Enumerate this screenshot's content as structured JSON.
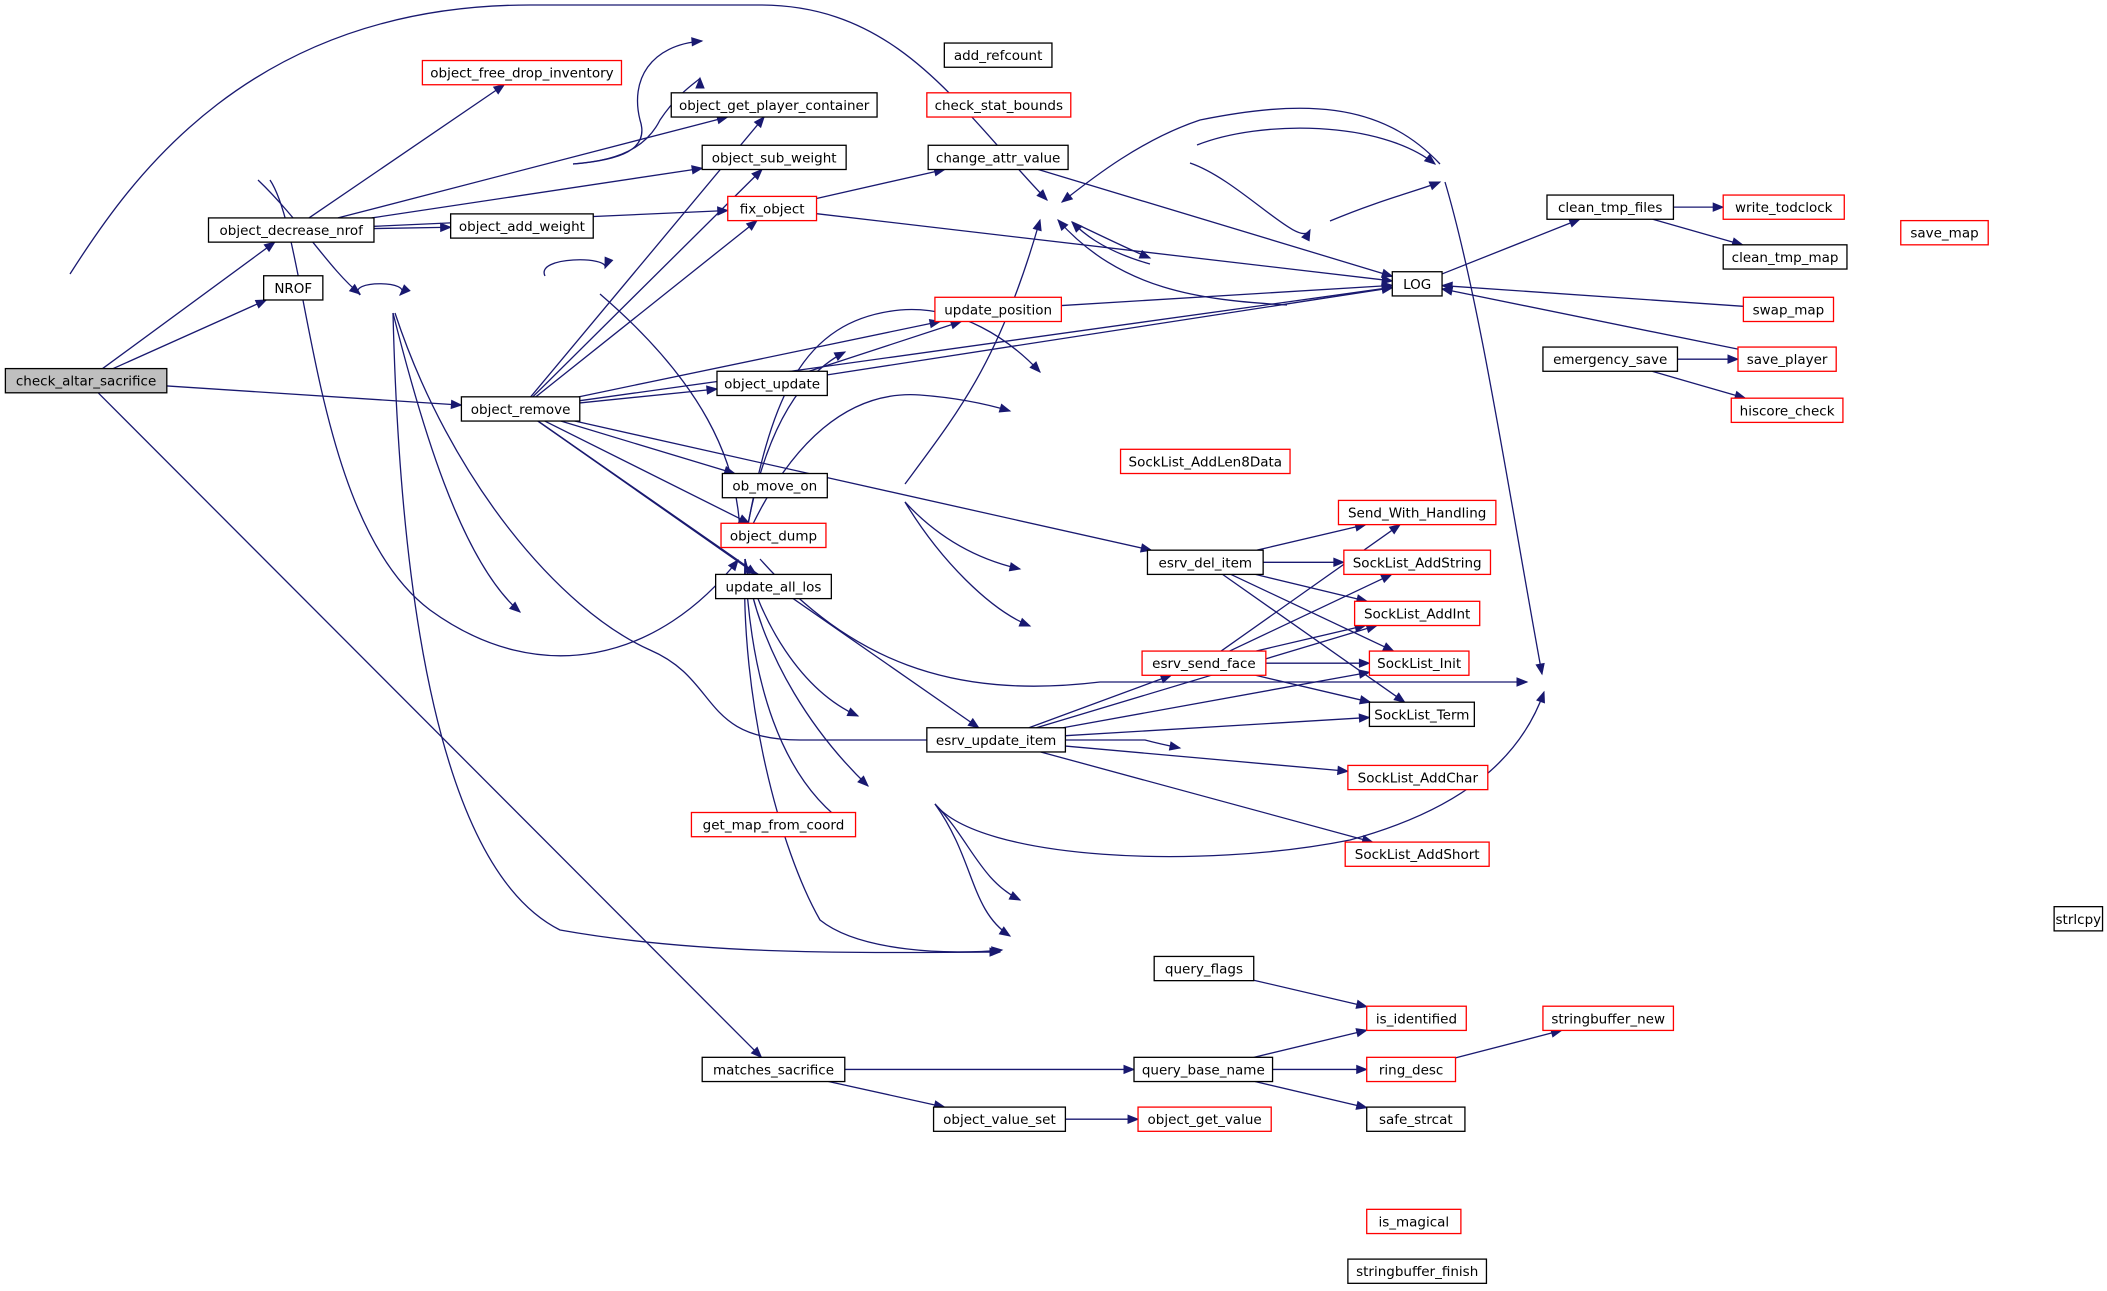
{
  "colors": {
    "edge": "#191970",
    "red_border": "#ff0000",
    "black_border": "#000000",
    "root_fill": "#bfbfbf"
  },
  "nodes": {
    "check_altar_sacrifice": {
      "label": "check_altar_sacrifice",
      "style": "root"
    },
    "object_decrease_nrof": {
      "label": "object_decrease_nrof",
      "style": "black"
    },
    "NROF": {
      "label": "NROF",
      "style": "black"
    },
    "object_remove": {
      "label": "object_remove",
      "style": "black"
    },
    "matches_sacrifice": {
      "label": "matches_sacrifice",
      "style": "black"
    },
    "object_free_drop_inventory": {
      "label": "object_free_drop_inventory",
      "style": "red"
    },
    "object_get_player_container": {
      "label": "object_get_player_container",
      "style": "black"
    },
    "object_sub_weight": {
      "label": "object_sub_weight",
      "style": "black"
    },
    "object_add_weight": {
      "label": "object_add_weight",
      "style": "black"
    },
    "fix_object": {
      "label": "fix_object",
      "style": "red"
    },
    "add_refcount": {
      "label": "add_refcount",
      "style": "black"
    },
    "check_stat_bounds": {
      "label": "check_stat_bounds",
      "style": "red"
    },
    "change_attr_value": {
      "label": "change_attr_value",
      "style": "black"
    },
    "update_position": {
      "label": "update_position",
      "style": "red"
    },
    "object_update": {
      "label": "object_update",
      "style": "black"
    },
    "ob_move_on": {
      "label": "ob_move_on",
      "style": "black"
    },
    "object_dump": {
      "label": "object_dump",
      "style": "red"
    },
    "update_all_los": {
      "label": "update_all_los",
      "style": "black"
    },
    "get_map_from_coord": {
      "label": "get_map_from_coord",
      "style": "red"
    },
    "esrv_update_item": {
      "label": "esrv_update_item",
      "style": "black"
    },
    "esrv_del_item": {
      "label": "esrv_del_item",
      "style": "black"
    },
    "esrv_send_face": {
      "label": "esrv_send_face",
      "style": "red"
    },
    "SockList_AddLen8Data": {
      "label": "SockList_AddLen8Data",
      "style": "red"
    },
    "Send_With_Handling": {
      "label": "Send_With_Handling",
      "style": "red"
    },
    "SockList_AddString": {
      "label": "SockList_AddString",
      "style": "red"
    },
    "SockList_AddInt": {
      "label": "SockList_AddInt",
      "style": "red"
    },
    "SockList_Init": {
      "label": "SockList_Init",
      "style": "red"
    },
    "SockList_Term": {
      "label": "SockList_Term",
      "style": "black"
    },
    "SockList_AddChar": {
      "label": "SockList_AddChar",
      "style": "red"
    },
    "SockList_AddShort": {
      "label": "SockList_AddShort",
      "style": "red"
    },
    "query_flags": {
      "label": "query_flags",
      "style": "black"
    },
    "query_base_name": {
      "label": "query_base_name",
      "style": "black"
    },
    "object_value_set": {
      "label": "object_value_set",
      "style": "black"
    },
    "object_get_value": {
      "label": "object_get_value",
      "style": "red"
    },
    "is_identified": {
      "label": "is_identified",
      "style": "red"
    },
    "ring_desc": {
      "label": "ring_desc",
      "style": "red"
    },
    "safe_strcat": {
      "label": "safe_strcat",
      "style": "black"
    },
    "is_magical": {
      "label": "is_magical",
      "style": "red"
    },
    "stringbuffer_finish": {
      "label": "stringbuffer_finish",
      "style": "black"
    },
    "stringbuffer_new": {
      "label": "stringbuffer_new",
      "style": "red"
    },
    "strlcpy": {
      "label": "strlcpy",
      "style": "black"
    },
    "LOG": {
      "label": "LOG",
      "style": "black"
    },
    "clean_tmp_files": {
      "label": "clean_tmp_files",
      "style": "black"
    },
    "write_todclock": {
      "label": "write_todclock",
      "style": "red"
    },
    "clean_tmp_map": {
      "label": "clean_tmp_map",
      "style": "black"
    },
    "swap_map": {
      "label": "swap_map",
      "style": "red"
    },
    "save_map": {
      "label": "save_map",
      "style": "red"
    },
    "emergency_save": {
      "label": "emergency_save",
      "style": "black"
    },
    "save_player": {
      "label": "save_player",
      "style": "red"
    },
    "hiscore_check": {
      "label": "hiscore_check",
      "style": "red"
    }
  },
  "edges": [
    [
      "check_altar_sacrifice",
      "object_decrease_nrof"
    ],
    [
      "check_altar_sacrifice",
      "NROF"
    ],
    [
      "check_altar_sacrifice",
      "object_remove"
    ],
    [
      "check_altar_sacrifice",
      "LOG"
    ],
    [
      "check_altar_sacrifice",
      "matches_sacrifice"
    ],
    [
      "object_decrease_nrof",
      "object_free_drop_inventory"
    ],
    [
      "object_decrease_nrof",
      "object_get_player_container"
    ],
    [
      "object_decrease_nrof",
      "object_sub_weight"
    ],
    [
      "object_decrease_nrof",
      "object_add_weight"
    ],
    [
      "object_decrease_nrof",
      "fix_object"
    ],
    [
      "object_decrease_nrof",
      "object_remove"
    ],
    [
      "object_decrease_nrof",
      "esrv_update_item"
    ],
    [
      "object_remove",
      "object_remove"
    ],
    [
      "object_remove",
      "object_get_player_container"
    ],
    [
      "object_remove",
      "object_sub_weight"
    ],
    [
      "object_remove",
      "fix_object"
    ],
    [
      "object_remove",
      "LOG"
    ],
    [
      "object_remove",
      "update_position"
    ],
    [
      "object_remove",
      "object_update"
    ],
    [
      "object_remove",
      "ob_move_on"
    ],
    [
      "object_remove",
      "object_dump"
    ],
    [
      "object_remove",
      "update_all_los"
    ],
    [
      "object_remove",
      "get_map_from_coord"
    ],
    [
      "object_remove",
      "esrv_update_item"
    ],
    [
      "object_remove",
      "esrv_del_item"
    ],
    [
      "object_remove",
      "stringbuffer_new"
    ],
    [
      "object_remove",
      "stringbuffer_finish"
    ],
    [
      "fix_object",
      "add_refcount"
    ],
    [
      "fix_object",
      "check_stat_bounds"
    ],
    [
      "fix_object",
      "change_attr_value"
    ],
    [
      "fix_object",
      "LOG"
    ],
    [
      "change_attr_value",
      "LOG"
    ],
    [
      "update_position",
      "LOG"
    ],
    [
      "object_update",
      "object_update"
    ],
    [
      "object_update",
      "update_position"
    ],
    [
      "object_update",
      "LOG"
    ],
    [
      "object_update",
      "esrv_update_item"
    ],
    [
      "esrv_update_item",
      "SockList_AddLen8Data"
    ],
    [
      "esrv_update_item",
      "Send_With_Handling"
    ],
    [
      "esrv_update_item",
      "SockList_AddString"
    ],
    [
      "esrv_update_item",
      "SockList_AddInt"
    ],
    [
      "esrv_update_item",
      "SockList_Init"
    ],
    [
      "esrv_update_item",
      "esrv_send_face"
    ],
    [
      "esrv_update_item",
      "SockList_Term"
    ],
    [
      "esrv_update_item",
      "SockList_AddChar"
    ],
    [
      "esrv_update_item",
      "SockList_AddShort"
    ],
    [
      "esrv_update_item",
      "strlcpy"
    ],
    [
      "esrv_update_item",
      "query_flags"
    ],
    [
      "esrv_update_item",
      "query_base_name"
    ],
    [
      "esrv_update_item",
      "object_get_value"
    ],
    [
      "esrv_update_item",
      "stringbuffer_finish"
    ],
    [
      "esrv_del_item",
      "Send_With_Handling"
    ],
    [
      "esrv_del_item",
      "SockList_AddString"
    ],
    [
      "esrv_del_item",
      "SockList_AddInt"
    ],
    [
      "esrv_del_item",
      "SockList_Init"
    ],
    [
      "esrv_del_item",
      "SockList_Term"
    ],
    [
      "esrv_send_face",
      "LOG"
    ],
    [
      "esrv_send_face",
      "Send_With_Handling"
    ],
    [
      "esrv_send_face",
      "SockList_AddString"
    ],
    [
      "esrv_send_face",
      "SockList_AddInt"
    ],
    [
      "esrv_send_face",
      "SockList_Init"
    ],
    [
      "esrv_send_face",
      "SockList_Term"
    ],
    [
      "esrv_send_face",
      "SockList_AddChar"
    ],
    [
      "esrv_send_face",
      "SockList_AddShort"
    ],
    [
      "query_flags",
      "is_identified"
    ],
    [
      "matches_sacrifice",
      "query_base_name"
    ],
    [
      "matches_sacrifice",
      "object_value_set"
    ],
    [
      "object_value_set",
      "object_get_value"
    ],
    [
      "query_base_name",
      "is_identified"
    ],
    [
      "query_base_name",
      "ring_desc"
    ],
    [
      "query_base_name",
      "safe_strcat"
    ],
    [
      "query_base_name",
      "strlcpy"
    ],
    [
      "query_base_name",
      "is_magical"
    ],
    [
      "query_base_name",
      "stringbuffer_finish"
    ],
    [
      "ring_desc",
      "stringbuffer_new"
    ],
    [
      "LOG",
      "clean_tmp_files"
    ],
    [
      "LOG",
      "emergency_save"
    ],
    [
      "clean_tmp_files",
      "write_todclock"
    ],
    [
      "clean_tmp_files",
      "clean_tmp_map"
    ],
    [
      "clean_tmp_files",
      "swap_map"
    ],
    [
      "clean_tmp_files",
      "save_map"
    ],
    [
      "swap_map",
      "LOG"
    ],
    [
      "swap_map",
      "save_map"
    ],
    [
      "save_map",
      "LOG"
    ],
    [
      "save_map",
      "strlcpy"
    ],
    [
      "emergency_save",
      "LOG"
    ],
    [
      "emergency_save",
      "save_player"
    ],
    [
      "emergency_save",
      "hiscore_check"
    ],
    [
      "save_player",
      "LOG"
    ],
    [
      "hiscore_check",
      "LOG"
    ]
  ]
}
